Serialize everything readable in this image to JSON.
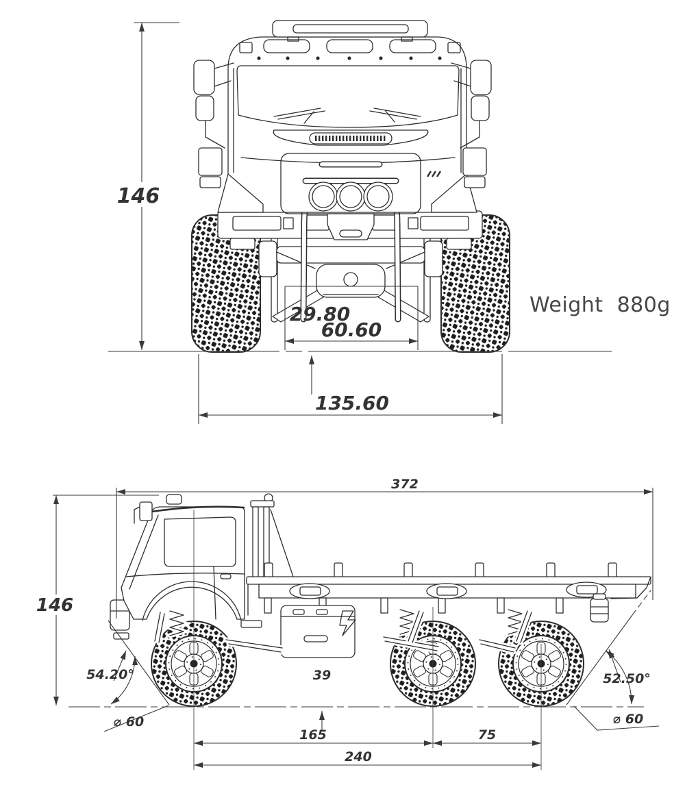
{
  "front_view": {
    "height_dim": "146",
    "center_offset_dim": "29.80",
    "track_dim": "60.60",
    "overall_width_dim": "135.60",
    "weight_label": "Weight  880g"
  },
  "side_view": {
    "overall_length_dim": "372",
    "height_dim": "146",
    "approach_angle_dim": "54.20°",
    "departure_angle_dim": "52.50°",
    "front_wheel_diameter_dim": "⌀ 60",
    "rear_wheel_diameter_dim": "⌀ 60",
    "ground_clearance_dim": "39",
    "wheelbase_front_mid_dim": "165",
    "wheelbase_mid_rear_dim": "75",
    "wheelbase_total_dim": "240"
  }
}
